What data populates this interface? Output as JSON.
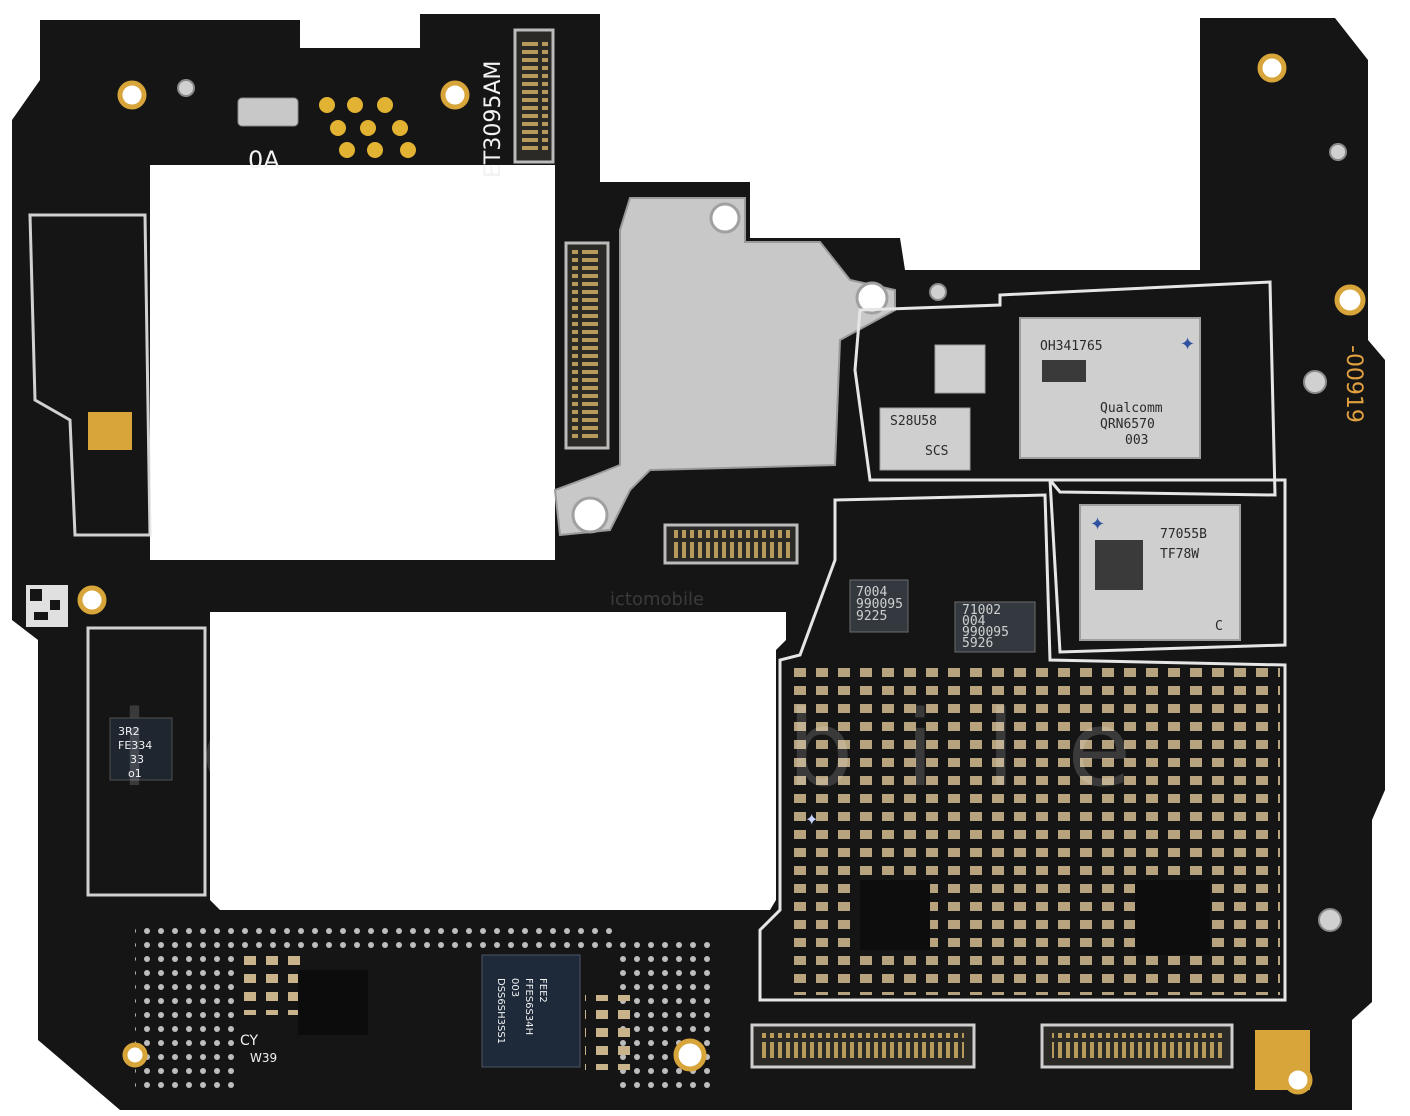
{
  "board": {
    "colors": {
      "pcb": "#141414",
      "shield": "#c9c9c9",
      "gold": "#d7a53a",
      "trace_outline": "#e8e8e8",
      "connector": "#2b2a26"
    },
    "silkscreen": {
      "part_code": "ET3095AM",
      "revision": "0A",
      "side_code": "-00919",
      "cy_mark": "CY",
      "week_mark": "W39"
    },
    "chips": {
      "qualcomm_upper_line1": "OH341765",
      "qualcomm_upper_line2": "Qualcomm",
      "qualcomm_upper_line3": "QRN6570",
      "qualcomm_upper_line4": "003",
      "qualcomm_lower_line1": "77055B",
      "qualcomm_lower_line2": "TF78W",
      "qualcomm_lower_line3": "C",
      "small_left_line1": "3R2",
      "small_left_line2": "FE334",
      "small_left_line3": "33",
      "small_left_line4": "o1",
      "mid_chip_a_line1": "7004",
      "mid_chip_a_line2": "990095",
      "mid_chip_a_line3": "9225",
      "mid_chip_b_line1": "71002",
      "mid_chip_b_line2": "004",
      "mid_chip_b_line3": "990095",
      "mid_chip_b_line4": "5926",
      "small_rf_line1": "S28U58",
      "small_rf_line2": "SCS",
      "bottom_ic_line1": "DSS6SH3SS1",
      "bottom_ic_line2": "003",
      "bottom_ic_line3": "FFES6S34H",
      "bottom_ic_line4": "FEE2"
    },
    "watermark": {
      "big": "ictomobile",
      "small": "ictomobile"
    }
  }
}
